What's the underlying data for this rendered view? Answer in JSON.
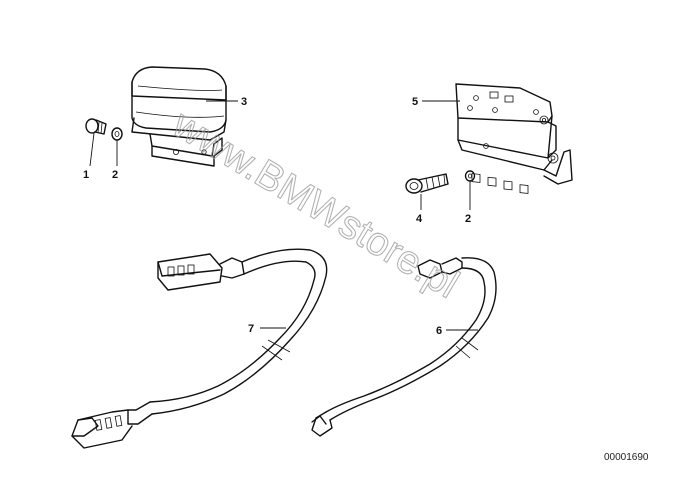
{
  "watermark": "www.BMWstore.pl",
  "reference": "00001690",
  "callouts": {
    "p1": "1",
    "p2_left": "2",
    "p3": "3",
    "p4": "4",
    "p2_right": "2",
    "p5": "5",
    "p6": "6",
    "p7": "7"
  }
}
